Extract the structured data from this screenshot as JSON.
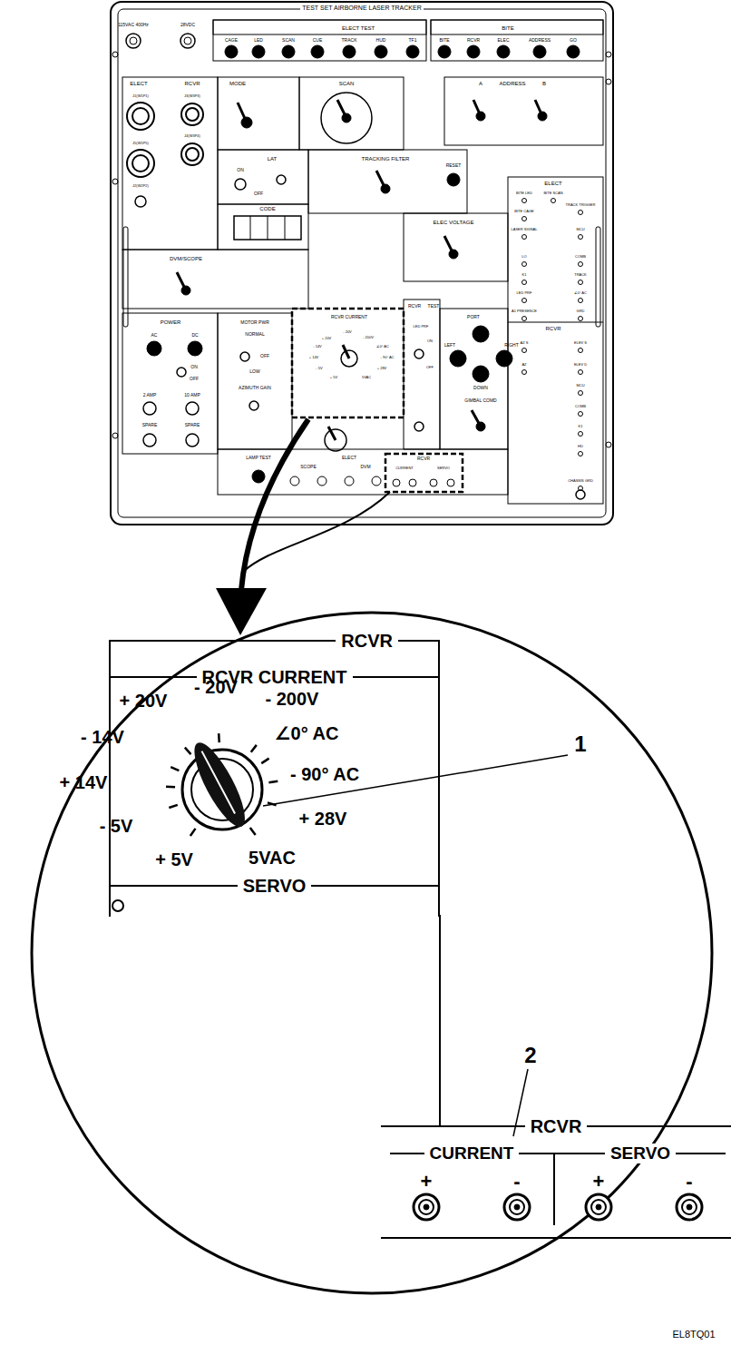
{
  "diagram": {
    "nodes": [
      {
        "text": [
          "TEST SET AIRBORNE LASER TRACKER"
        ]
      },
      {
        "text": [
          "RCVR"
        ]
      },
      {
        "text": [
          "RCVR CURRENT"
        ],
        "in": 1
      },
      {
        "text": [
          "SERVO"
        ],
        "in": 1
      },
      {
        "text": [
          "RCVR"
        ]
      },
      {
        "text": [
          "CURRENT"
        ],
        "in": 4
      },
      {
        "text": [
          "SERVO"
        ],
        "in": 4
      }
    ],
    "labels": [
      "115VAC 400Hz",
      "28VDC",
      "ELECT TEST",
      "CAGE",
      "LED",
      "SCAN",
      "CUE",
      "TRACK",
      "HUD",
      "TF1",
      "BITE",
      "BITE",
      "RCVR",
      "ELEC",
      "ADDRESS",
      "GO",
      "ELECT",
      "RCVR",
      "J1(W1P1)",
      "J3(W3P3)",
      "J5(W1P5)",
      "J4(W3P4)",
      "J2(W2P2)",
      "MODE",
      "SCAN",
      "ADDRESS",
      "A",
      "B",
      "LAT",
      "ON",
      "OFF",
      "TRACKING FILTER",
      "RESET",
      "CODE",
      "ELEC VOLTAGE",
      "DVM/SCOPE",
      "ELECT",
      "BITE LED",
      "BITE SCAN",
      "BITE CAGE",
      "LASER SIGNAL",
      "LO",
      "K1",
      "LED PRF",
      "A1 PRESENCE",
      "TRACK TRIGGER",
      "MCU",
      "COMB",
      "TRACK",
      "∠0° AC",
      "GRD",
      "RCVR",
      "AZ S",
      "ELEV S",
      "AZ",
      "ELEV D",
      "MCU",
      "COMB",
      "K1",
      "HD",
      "CHASSIS GRD",
      "POWER",
      "AC",
      "DC",
      "ON",
      "OFF",
      "2 AMP",
      "10 AMP",
      "SPARE",
      "SPARE",
      "MOTOR PWR",
      "NORMAL",
      "OFF",
      "LOW",
      "AZIMUTH GAIN",
      "RCVR CURRENT",
      "+ 20V",
      "- 20V",
      "- 200V",
      "∠0° AC",
      "- 90° AC",
      "+ 28V",
      "5VAC",
      "+ 5V",
      "- 5V",
      "+ 14V",
      "- 14V",
      "RCVR",
      "TEST",
      "LED PRF",
      "ON",
      "OFF",
      "PORT",
      "LEFT",
      "RIGHT",
      "DOWN",
      "GIMBAL COMD",
      "LAMP TEST",
      "SCOPE",
      "ELECT",
      "DVM",
      "RCVR",
      "CURRENT",
      "SERVO",
      "+ 20V",
      "- 20V",
      "- 200V",
      "∠0° AC",
      "- 90° AC",
      "+ 28V",
      "5VAC",
      "+ 5V",
      "- 5V",
      "+ 14V",
      "- 14V",
      "1",
      "2",
      "+",
      "-",
      "+",
      "-",
      "EL8TQ01"
    ]
  }
}
